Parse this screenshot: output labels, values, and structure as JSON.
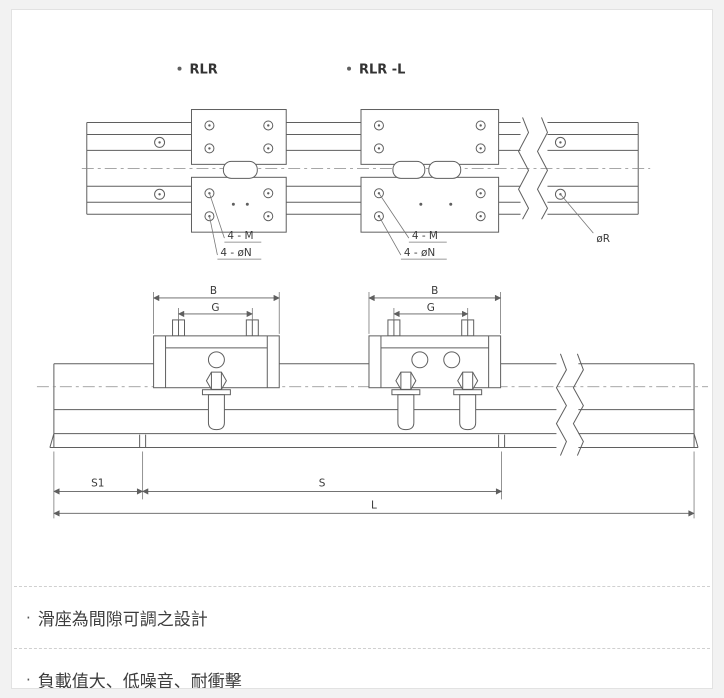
{
  "colors": {
    "page_bg": "#f2f2f2",
    "panel_bg": "#ffffff",
    "panel_border": "#e2e2e2",
    "drawing_line": "#5f5f5f",
    "text": "#3d3d3d"
  },
  "diagram": {
    "model_1": "RLR",
    "model_2": "RLR -L",
    "label_4m": "4 - M",
    "label_4n": "4 - øN",
    "label_r": "øR",
    "dim_b": "B",
    "dim_g": "G",
    "dim_s1": "S1",
    "dim_s": "S",
    "dim_l": "L"
  },
  "features": [
    {
      "bullet": "·",
      "text": "滑座為間隙可調之設計"
    },
    {
      "bullet": "·",
      "text": "負載值大、低噪音、耐衝擊"
    }
  ]
}
